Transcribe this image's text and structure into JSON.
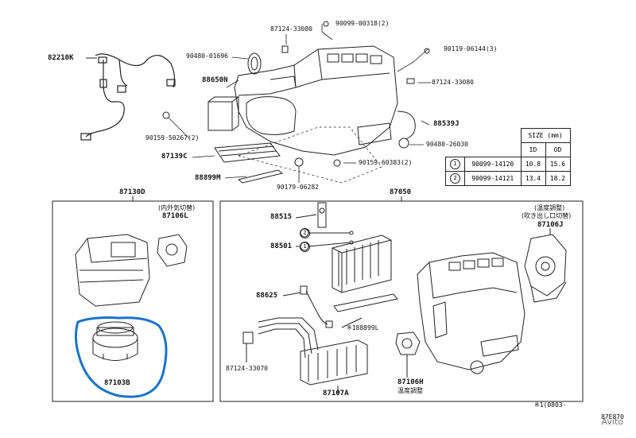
{
  "labels": {
    "p82210K": "82210K",
    "p87124_33080_top": "87124-33080",
    "p90099_00318": "90099-00318(2)",
    "p90480_01696": "90480-01696",
    "p90119_06144": "90119-06144(3)",
    "p88650N": "88650N",
    "p87124_33080_right": "87124-33080",
    "p90159_50267": "90159-50267(2)",
    "p88539J": "88539J",
    "p90480_26030": "90480-26030",
    "p87139C": "87139C",
    "p90159_60383": "90159-60383(2)",
    "p88899M": "88899M",
    "p90179_06282": "90179-06282",
    "p87130D": "87130D",
    "p87050": "87050",
    "jp_inout": "(内外気切替)",
    "p87106L": "87106L",
    "p88515": "88515",
    "p88501": "88501",
    "p88625": "88625",
    "p188899L": "※188899L",
    "p87124_33070": "87124-33070",
    "p87107A": "87107A",
    "p87106H": "87106H",
    "jp_temp2": "温度調整",
    "p87103B": "87103B",
    "jp_temp1": "(温度調整)",
    "jp_outlet": "(吹き出し口切替)",
    "p87106J": "87106J",
    "callout_1": "1",
    "callout_2": "2",
    "note": "※1(0803-",
    "code": "87E870"
  },
  "size_table": {
    "header_size": "SIZE (mm)",
    "header_id": "ID",
    "header_od": "OD",
    "rows": [
      {
        "num": "1",
        "part": "90099-14120",
        "id": "10.8",
        "od": "15.6"
      },
      {
        "num": "2",
        "part": "90099-14121",
        "id": "13.4",
        "od": "18.2"
      }
    ]
  },
  "watermark": "Avito",
  "colors": {
    "highlight": "#1a73c9",
    "line": "#222222"
  }
}
